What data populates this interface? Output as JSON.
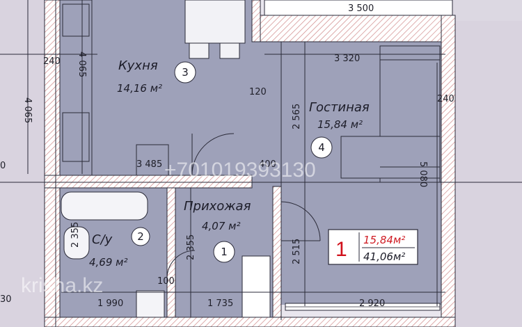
{
  "rooms": [
    {
      "id": "kitchen",
      "name": "Кухня",
      "area": "14,16 м²",
      "number": "3"
    },
    {
      "id": "living",
      "name": "Гостиная",
      "area": "15,84 м²",
      "number": "4"
    },
    {
      "id": "hallway",
      "name": "Прихожая",
      "area": "4,07 м²",
      "number": "1"
    },
    {
      "id": "bathroom",
      "name": "С/у",
      "area": "4,69 м²",
      "number": "2"
    }
  ],
  "dimensions": {
    "top": "3 500",
    "kitchen_side_1": "4 065",
    "kitchen_side_2": "4 065",
    "kitchen_wall": "240",
    "kitchen_width": "3 485",
    "living_top": "3 320",
    "living_height_upper": "2 565",
    "living_right_wall": "240",
    "partition": "120",
    "living_height_right": "5 080",
    "door_gap": "400",
    "living_lower": "2 515",
    "hallway_height": "2 355",
    "bath_height": "2 355",
    "bath_wall": "100",
    "bath_width": "1 990",
    "hallway_width": "1 735",
    "living_bottom": "2 920",
    "left_edge": "0",
    "left_edge_bottom": "30"
  },
  "badge": {
    "number": "1",
    "living_area": "15,84м²",
    "total_area": "41,06м²"
  },
  "watermark": {
    "site": "krisha.kz",
    "phone": "+701019393130"
  },
  "colors": {
    "room_fill": "#9ea1b9",
    "wall": "#ffffff",
    "hatch": "#d08a8a",
    "line": "#2a2a38",
    "badge_red": "#d0101a"
  }
}
